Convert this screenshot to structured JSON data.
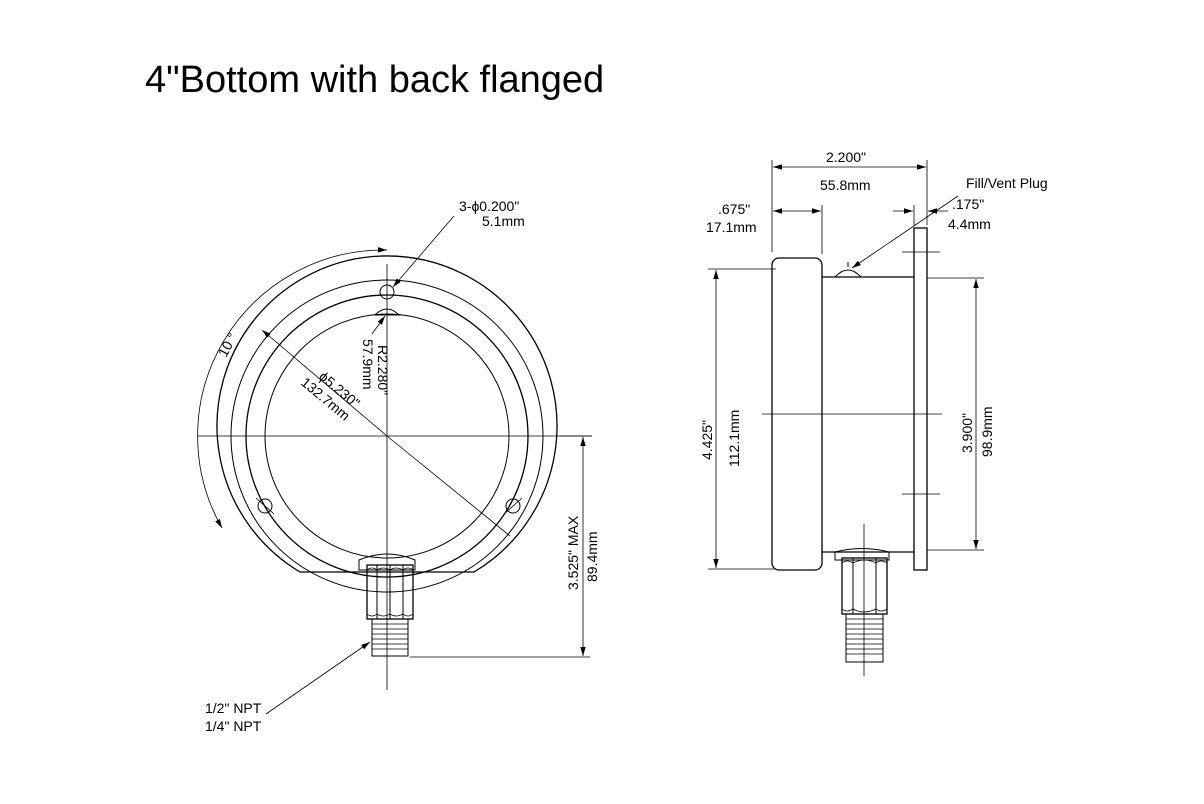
{
  "title": "4\"Bottom with back flanged",
  "front_view": {
    "hole_dim": {
      "inch": "3-ϕ0.200\"",
      "mm": "5.1mm"
    },
    "bcd_dim": {
      "inch": "ϕ5.230\"",
      "mm": "132.7mm"
    },
    "radius_dim": {
      "inch": "R2.280\"",
      "mm": "57.9mm"
    },
    "angle_label": "10 °",
    "height_dim": {
      "inch": "3.525\" MAX",
      "mm": "89.4mm"
    },
    "thread_labels": [
      "1/2\" NPT",
      "1/4\" NPT"
    ]
  },
  "side_view": {
    "depth_dim": {
      "inch": "2.200\"",
      "mm": "55.8mm"
    },
    "front_dim": {
      "inch": ".675\"",
      "mm": "17.1mm"
    },
    "flange_dim": {
      "inch": ".175\"",
      "mm": "4.4mm"
    },
    "plug_label": "Fill/Vent Plug",
    "height_dim": {
      "inch": "4.425\"",
      "mm": "112.1mm"
    },
    "flange_height_dim": {
      "inch": "3.900\"",
      "mm": "98.9mm"
    }
  }
}
